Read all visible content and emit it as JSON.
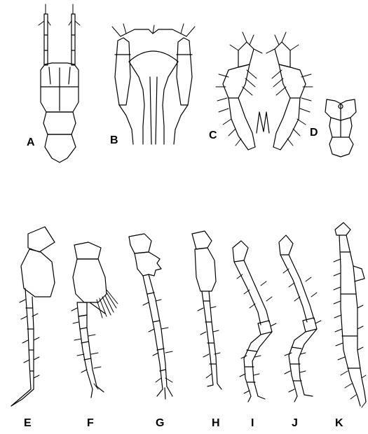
{
  "figure_labels": {
    "A": "A",
    "B": "B",
    "C": "C",
    "D": "D",
    "E": "E",
    "F": "F",
    "G": "G",
    "H": "H",
    "I": "I",
    "J": "J",
    "K": "K"
  },
  "colors": {
    "line": "#000000",
    "background": "#ffffff"
  }
}
